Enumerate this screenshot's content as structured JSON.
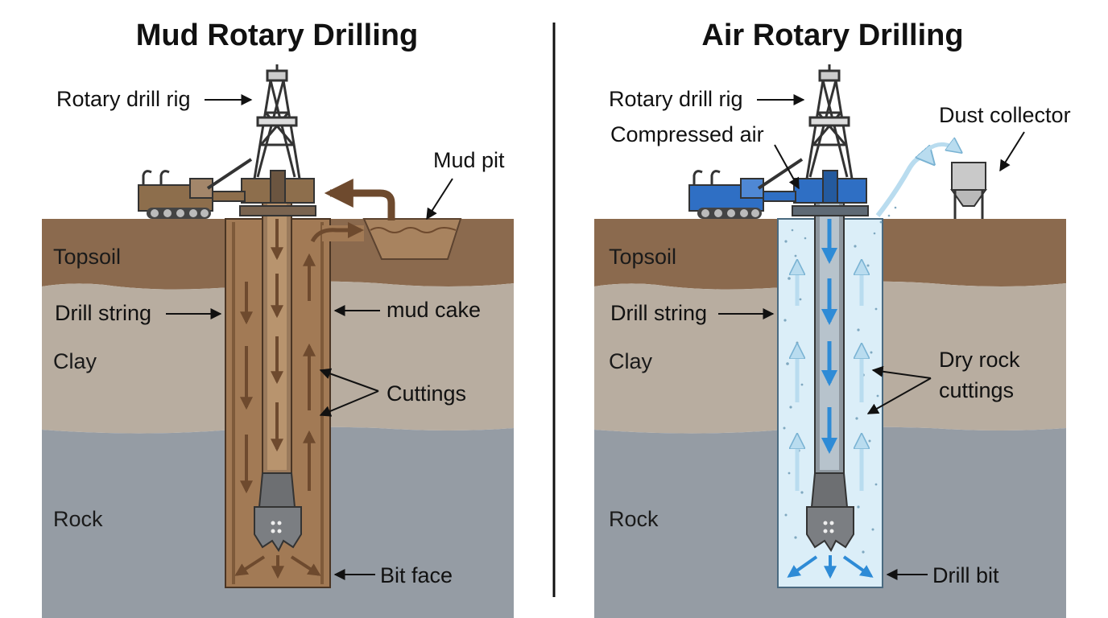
{
  "left": {
    "title": "Mud Rotary Drilling",
    "layers": {
      "topsoil": "Topsoil",
      "clay": "Clay",
      "rock": "Rock"
    },
    "labels": {
      "rig": "Rotary drill rig",
      "mud_pit": "Mud pit",
      "drill_string": "Drill string",
      "mud_cake": "mud cake",
      "cuttings": "Cuttings",
      "bit_face": "Bit face"
    }
  },
  "right": {
    "title": "Air Rotary Drilling",
    "layers": {
      "topsoil": "Topsoil",
      "clay": "Clay",
      "rock": "Rock"
    },
    "labels": {
      "rig": "Rotary drill rig",
      "compressed_air": "Compressed air",
      "dust_collector": "Dust collector",
      "drill_string": "Drill string",
      "dry_rock_cuttings_1": "Dry rock",
      "dry_rock_cuttings_2": "cuttings",
      "drill_bit": "Drill bit"
    }
  },
  "colors": {
    "topsoil": "#8b6a4e",
    "clay": "#b8ada0",
    "rock": "#959ca4",
    "mud": "#a27a55",
    "mud_arrow": "#6e4a2e",
    "air_hole": "#dbeef8",
    "air_arrow": "#2e8bd6",
    "mud_truck": "#8d6e4c",
    "air_truck": "#2f6fc4"
  }
}
